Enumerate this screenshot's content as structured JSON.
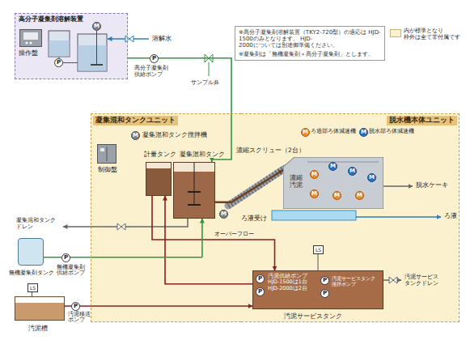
{
  "diagram": {
    "nodes": [
      {
        "text": [
          "高分子凝集剤溶解装置"
        ]
      },
      {
        "text": [
          "操作盤"
        ],
        "in": 0
      },
      {
        "text": [
          "※高分子凝集剤溶解装置（TKY2-720型）の適応は HJD-1500のみとなります。 HJD-2000については別途御準備ください。",
          "※凝集剤は「無機凝集剤＋高分子凝集剤」とします。"
        ]
      },
      {
        "text": [
          "凝集混和タンクユニット"
        ]
      },
      {
        "text": [
          "制御盤"
        ],
        "in": 3
      },
      {
        "text": [
          "計量タンク"
        ],
        "in": 3
      },
      {
        "text": [
          "凝集混和タンク"
        ],
        "in": 3
      },
      {
        "text": [
          "脱水機本体ユニット"
        ]
      },
      {
        "text": [
          "濃縮汚泥"
        ],
        "in": 7
      },
      {
        "text": [
          "汚泥サービスタンク",
          "汚泥供給ポンプ HJD-1500は1台 HJD-2000は2台",
          "汚泥サービスタンク 撹拌ポンプ"
        ],
        "in": 7
      },
      {
        "text": [
          "無機凝集剤タンク"
        ]
      },
      {
        "text": [
          "汚泥槽"
        ]
      }
    ],
    "edges": [
      {
        "from": 0,
        "to": 6,
        "arrow": "to"
      },
      {
        "from": 11,
        "to": 9,
        "arrow": "to"
      },
      {
        "from": 9,
        "to": 5,
        "arrow": "to"
      },
      {
        "from": 5,
        "to": 9,
        "label": "オーバーフロー",
        "arrow": "to"
      },
      {
        "from": 10,
        "to": 6,
        "arrow": "to"
      },
      {
        "from": 6,
        "to": 8,
        "arrow": "to"
      }
    ],
    "labels": [
      "溶解水",
      "P",
      "M",
      "P",
      "高分子凝集剤 供給ポンプ",
      "サンプル弁",
      "凝集混和タンク撹拌機",
      "M",
      "濃縮スクリュー（2台）",
      "M",
      "M",
      "M",
      "M",
      "M",
      "M",
      "M",
      "M",
      "M",
      "M",
      "脱水ケーキ",
      "ろ液受け",
      "ろ液",
      "LS",
      "汚泥サービス タンクドレン",
      "P",
      "P",
      "P",
      "P",
      "凝集混和タンク ドレン",
      "無機凝集剤 供給ポンプ",
      "P",
      "LS",
      "P",
      "汚泥移送 ポンプ"
    ],
    "legend": [
      {
        "text": "内が標準となり 枠外は全て非付属です",
        "color": "#fcf1cf"
      },
      {
        "text": "ろ過部ろ体減速機"
      },
      {
        "text": "脱水部ろ体減速機"
      }
    ]
  }
}
